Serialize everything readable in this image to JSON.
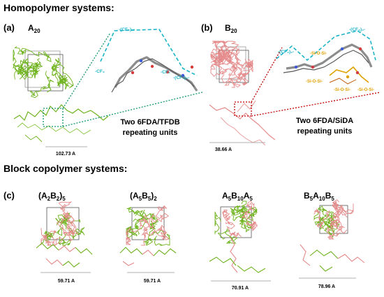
{
  "homopolymer": {
    "title": "Homopolymer systems:",
    "panel_a": {
      "label": "(a)",
      "chain_base": "A",
      "chain_sub": "20",
      "caption_line1": "Two 6FDA/TFDB",
      "caption_line2": "repeating units",
      "dimension": "102.73 A",
      "groups": {
        "cf3_2_top": "-(CF₃)₂-",
        "cf3_left": "-CF₃",
        "cf3_mid": "-CF₃",
        "cf3_2_right": "-(CF₃)₂-"
      }
    },
    "panel_b": {
      "label": "(b)",
      "chain_base": "B",
      "chain_sub": "20",
      "caption_line1": "Two 6FDA/SiDA",
      "caption_line2": "repeating units",
      "dimension": "38.66 A",
      "groups": {
        "cf3_2_left": "-(CF₃)₂-",
        "cf3_2_right": "-(CF₃)₂-",
        "si_1": "-Si-O-Si-",
        "si_2": "-Si-O-Si-",
        "si_3": "-Si-O-Si-",
        "si_4": "-Si-O-Si-"
      }
    }
  },
  "block": {
    "title": "Block copolymer systems:",
    "panel_c": {
      "label": "(c)",
      "systems": [
        {
          "dimension": "59.71 A"
        },
        {
          "dimension": "59.71 A"
        },
        {
          "dimension": "70.91 A"
        },
        {
          "dimension": "78.96 A"
        }
      ]
    }
  },
  "colors": {
    "A_chain": "#6fb31e",
    "B_chain": "#e58a8a",
    "cf3_annotation": "#1bb3c6",
    "si_annotation": "#e0a000",
    "highlight_a": "#14966e",
    "highlight_b": "#c00000"
  }
}
